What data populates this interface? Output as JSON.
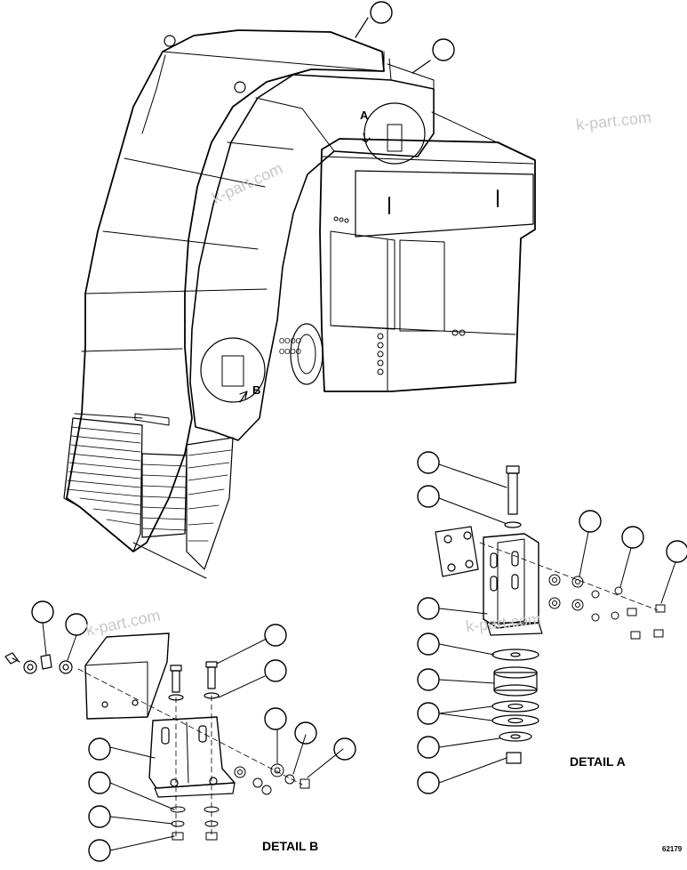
{
  "labels": {
    "detail_a": "DETAIL A",
    "detail_b": "DETAIL B",
    "view_a": "A",
    "view_b": "B",
    "drawing_number": "62179"
  },
  "watermark": "k-part.com",
  "callout_count": 26
}
